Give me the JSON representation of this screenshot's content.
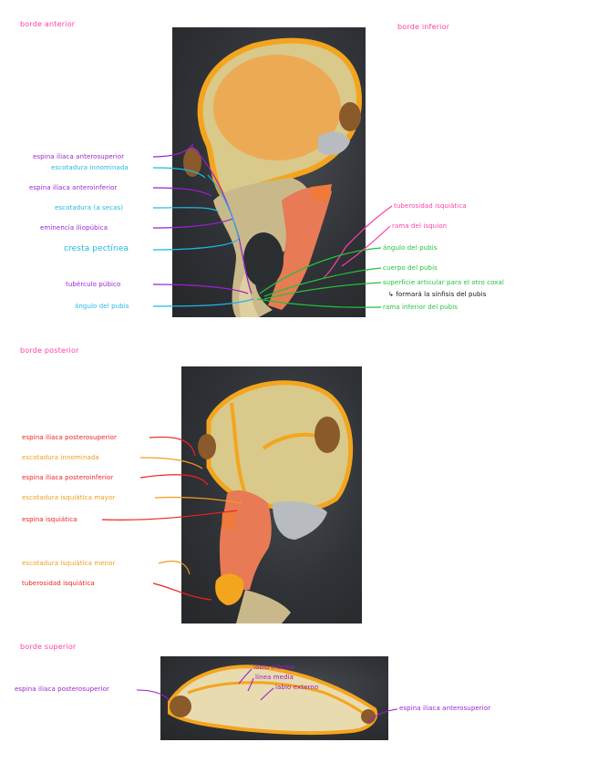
{
  "colors": {
    "pink": "#ff3fa4",
    "purple": "#9b1fd1",
    "cyan": "#1fb8e6",
    "green": "#22c23a",
    "red": "#f02020",
    "orange": "#f49a1c",
    "black": "#111111",
    "bone": "#d9c98a",
    "cartilage": "#f4a51e",
    "muscle": "#e87a55"
  },
  "section1": {
    "title_left": "borde anterior",
    "title_right": "borde inferior",
    "left_labels": [
      {
        "text": "espina iliaca anterosuperior",
        "color": "purple"
      },
      {
        "text": "escotadura innominada",
        "color": "cyan"
      },
      {
        "text": "espina iliaca anteroinferior",
        "color": "purple"
      },
      {
        "text": "escotadura (a secas)",
        "color": "cyan"
      },
      {
        "text": "eminencia iliopúbica",
        "color": "purple"
      },
      {
        "text": "cresta pectínea",
        "color": "cyan"
      },
      {
        "text": "tubérculo púbico",
        "color": "purple"
      },
      {
        "text": "ángulo del pubis",
        "color": "cyan"
      }
    ],
    "right_labels": [
      {
        "text": "tuberosidad isquiática",
        "color": "pink"
      },
      {
        "text": "rama del isquion",
        "color": "pink"
      },
      {
        "text": "ángulo del pubis",
        "color": "green"
      },
      {
        "text": "cuerpo del pubis",
        "color": "green"
      },
      {
        "text": "superficie articular para el otro coxal",
        "color": "green"
      },
      {
        "text": "↳ formará la sínfisis del pubis",
        "color": "black"
      },
      {
        "text": "rama inferior del pubis",
        "color": "green"
      }
    ]
  },
  "section2": {
    "title": "borde posterior",
    "labels": [
      {
        "text": "espina iliaca posterosuperior",
        "color": "red"
      },
      {
        "text": "escotadura innominada",
        "color": "orange"
      },
      {
        "text": "espina iliaca posteroinferior",
        "color": "red"
      },
      {
        "text": "escotadura isquiática mayor",
        "color": "orange"
      },
      {
        "text": "espina isquiática",
        "color": "red"
      },
      {
        "text": "escotadura isquiática menor",
        "color": "orange"
      },
      {
        "text": "tuberosidad isquiática",
        "color": "red"
      }
    ]
  },
  "section3": {
    "title": "borde superior",
    "left_label": {
      "text": "espina iliaca posterosuperior",
      "color": "purple"
    },
    "right_label": {
      "text": "espina iliaca anterosuperior",
      "color": "purple"
    },
    "mid_labels": [
      {
        "text": "labio interno",
        "color": "purple"
      },
      {
        "text": "línea media",
        "color": "purple"
      },
      {
        "text": "labio externo",
        "color": "purple"
      }
    ]
  }
}
